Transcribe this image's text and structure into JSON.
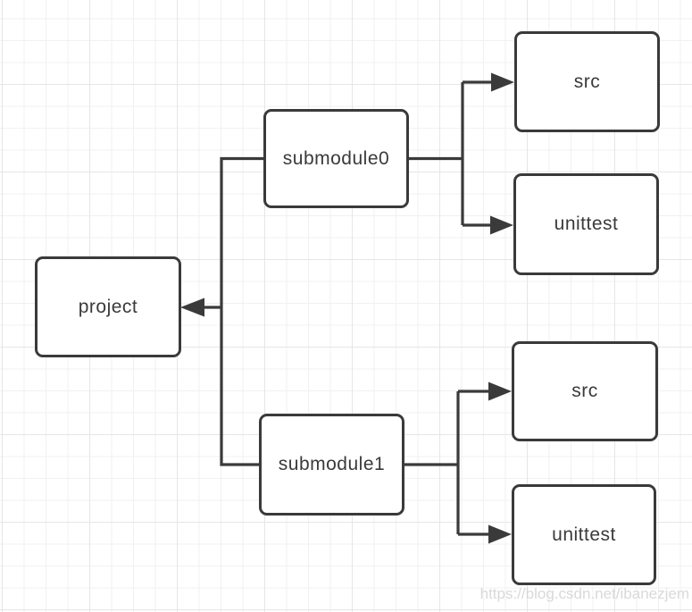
{
  "diagram": {
    "type": "flowchart",
    "nodes": [
      {
        "id": "project",
        "label": "project"
      },
      {
        "id": "submodule0",
        "label": "submodule0"
      },
      {
        "id": "submodule1",
        "label": "submodule1"
      },
      {
        "id": "submodule0-src",
        "label": "src"
      },
      {
        "id": "submodule0-unittest",
        "label": "unittest"
      },
      {
        "id": "submodule1-src",
        "label": "src"
      },
      {
        "id": "submodule1-unittest",
        "label": "unittest"
      }
    ],
    "edges": [
      {
        "from": "submodule0",
        "to": "project",
        "arrow": "to"
      },
      {
        "from": "submodule1",
        "to": "project",
        "arrow": "to"
      },
      {
        "from": "submodule0",
        "to": "submodule0-src",
        "arrow": "to"
      },
      {
        "from": "submodule0",
        "to": "submodule0-unittest",
        "arrow": "to"
      },
      {
        "from": "submodule1",
        "to": "submodule1-src",
        "arrow": "to"
      },
      {
        "from": "submodule1",
        "to": "submodule1-unittest",
        "arrow": "to"
      }
    ],
    "colors": {
      "stroke": "#3a3a3a",
      "node_fill": "#ffffff",
      "text": "#3a3a3a",
      "grid_minor": "#f1f1f1",
      "grid_major": "#e6e6e6",
      "watermark": "#d9d9d9"
    }
  },
  "watermark": {
    "text": "https://blog.csdn.net/ibanezjem"
  }
}
